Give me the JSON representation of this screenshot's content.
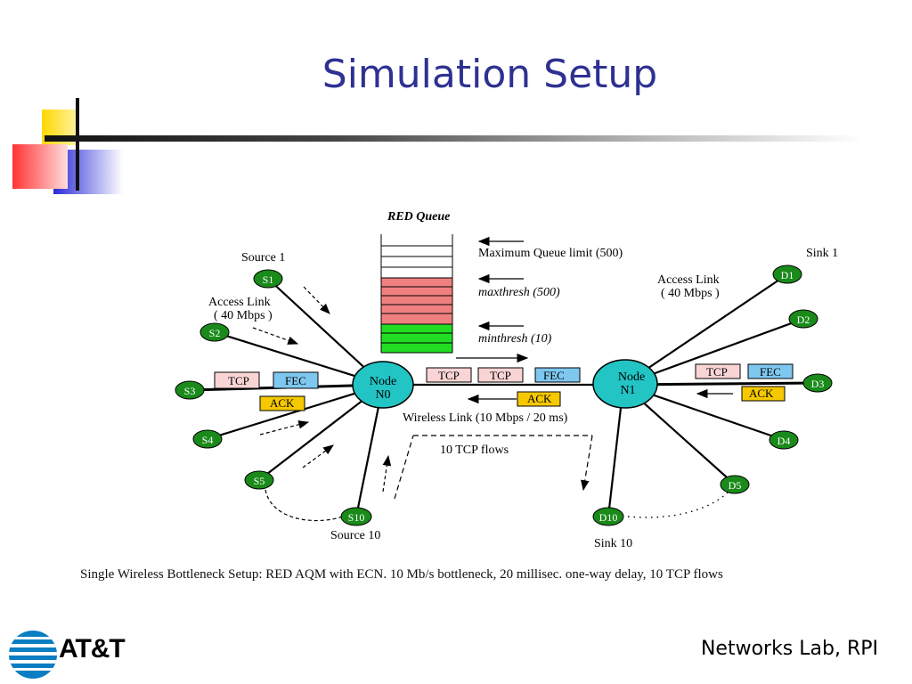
{
  "slide": {
    "title": "Simulation Setup",
    "footer": "Networks Lab, RPI",
    "caption": "Single Wireless Bottleneck Setup: RED AQM with ECN. 10 Mb/s bottleneck, 20 millisec. one-way delay, 10 TCP flows",
    "logo_text": "AT&T"
  },
  "diagram": {
    "queue_title": "RED Queue",
    "queue_labels": {
      "max_limit": "Maximum Queue limit (500)",
      "maxthresh": "maxthresh (500)",
      "minthresh": "minthresh (10)"
    },
    "source_labels": {
      "source1": "Source 1",
      "source10": "Source 10"
    },
    "sink_labels": {
      "sink1": "Sink 1",
      "sink10": "Sink 10"
    },
    "access_link_left": {
      "line1": "Access Link",
      "line2": "( 40 Mbps )"
    },
    "access_link_right": {
      "line1": "Access Link",
      "line2": "( 40 Mbps )"
    },
    "node0": {
      "line1": "Node",
      "line2": "N0"
    },
    "node1": {
      "line1": "Node",
      "line2": "N1"
    },
    "wireless_link": "Wireless Link (10 Mbps / 20 ms)",
    "tcp_flows": "10 TCP flows",
    "sources": [
      "S1",
      "S2",
      "S3",
      "S4",
      "S5",
      "S10"
    ],
    "sinks": [
      "D1",
      "D2",
      "D3",
      "D4",
      "D5",
      "D10"
    ],
    "packets": {
      "tcp": "TCP",
      "fec": "FEC",
      "ack": "ACK"
    }
  },
  "colors": {
    "title": "#2e3192",
    "endpoint_node": "#1a8a1a",
    "router_node": "#22c4c4",
    "tcp_packet": "#f9d4d4",
    "fec_packet": "#7ec8f0",
    "ack_packet": "#f5c800",
    "queue_red": "#f08080",
    "queue_green": "#22dd22"
  }
}
